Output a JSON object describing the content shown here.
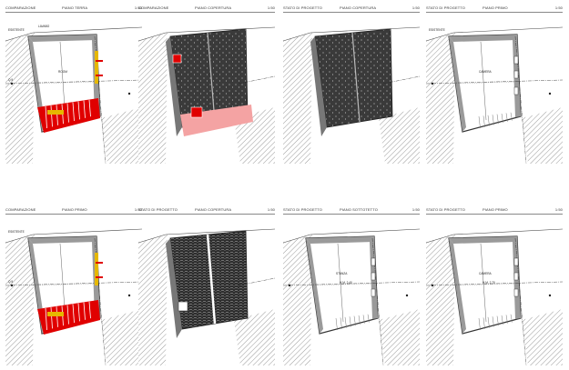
{
  "panels": [
    {
      "id": "p1",
      "type": "comparison-floor",
      "title_left": "COMPARAZIONE",
      "title_mid": "PIANO TERRA",
      "scale": "1:50",
      "room_label": "ROOM",
      "tag_label": "ESISTENTE",
      "level_label": "Q.9",
      "top_label": "LAVABO"
    },
    {
      "id": "p2",
      "type": "comparison-roof",
      "title_left": "COMPARAZIONE",
      "title_mid": "PIANO COPERTURA",
      "scale": "1:50"
    },
    {
      "id": "p3",
      "type": "design-roof",
      "title_left": "STATO DI PROGETTO",
      "title_mid": "PIANO COPERTURA",
      "scale": "1:50"
    },
    {
      "id": "p4",
      "type": "design-floor",
      "title_left": "STATO DI PROGETTO",
      "title_mid": "PIANO PRIMO",
      "scale": "1:50",
      "tag_label": "ESISTENTE",
      "room_label": "CAMERA"
    },
    {
      "id": "p5",
      "type": "comparison-floor2",
      "title_left": "COMPARAZIONE",
      "title_mid": "PIANO PRIMO",
      "scale": "1:50",
      "tag_label": "ESISTENTE",
      "level_label": "Q.9"
    },
    {
      "id": "p6",
      "type": "design-roof-tiles",
      "title_left": "STATO DI PROGETTO",
      "title_mid": "PIANO COPERTURA",
      "scale": "1:50"
    },
    {
      "id": "p7",
      "type": "design-ground",
      "title_left": "STATO DI PROGETTO",
      "title_mid": "PIANO SOTTOTETTO",
      "scale": "1:50",
      "room_label": "STANZA",
      "note_label": "H.M. 2,40"
    },
    {
      "id": "p8",
      "type": "design-ground2",
      "title_left": "STATO DI PROGETTO",
      "title_mid": "PIANO PRIMO",
      "scale": "1:50",
      "room_label": "CAMERA",
      "note_label": "H.M. 2,70"
    }
  ]
}
